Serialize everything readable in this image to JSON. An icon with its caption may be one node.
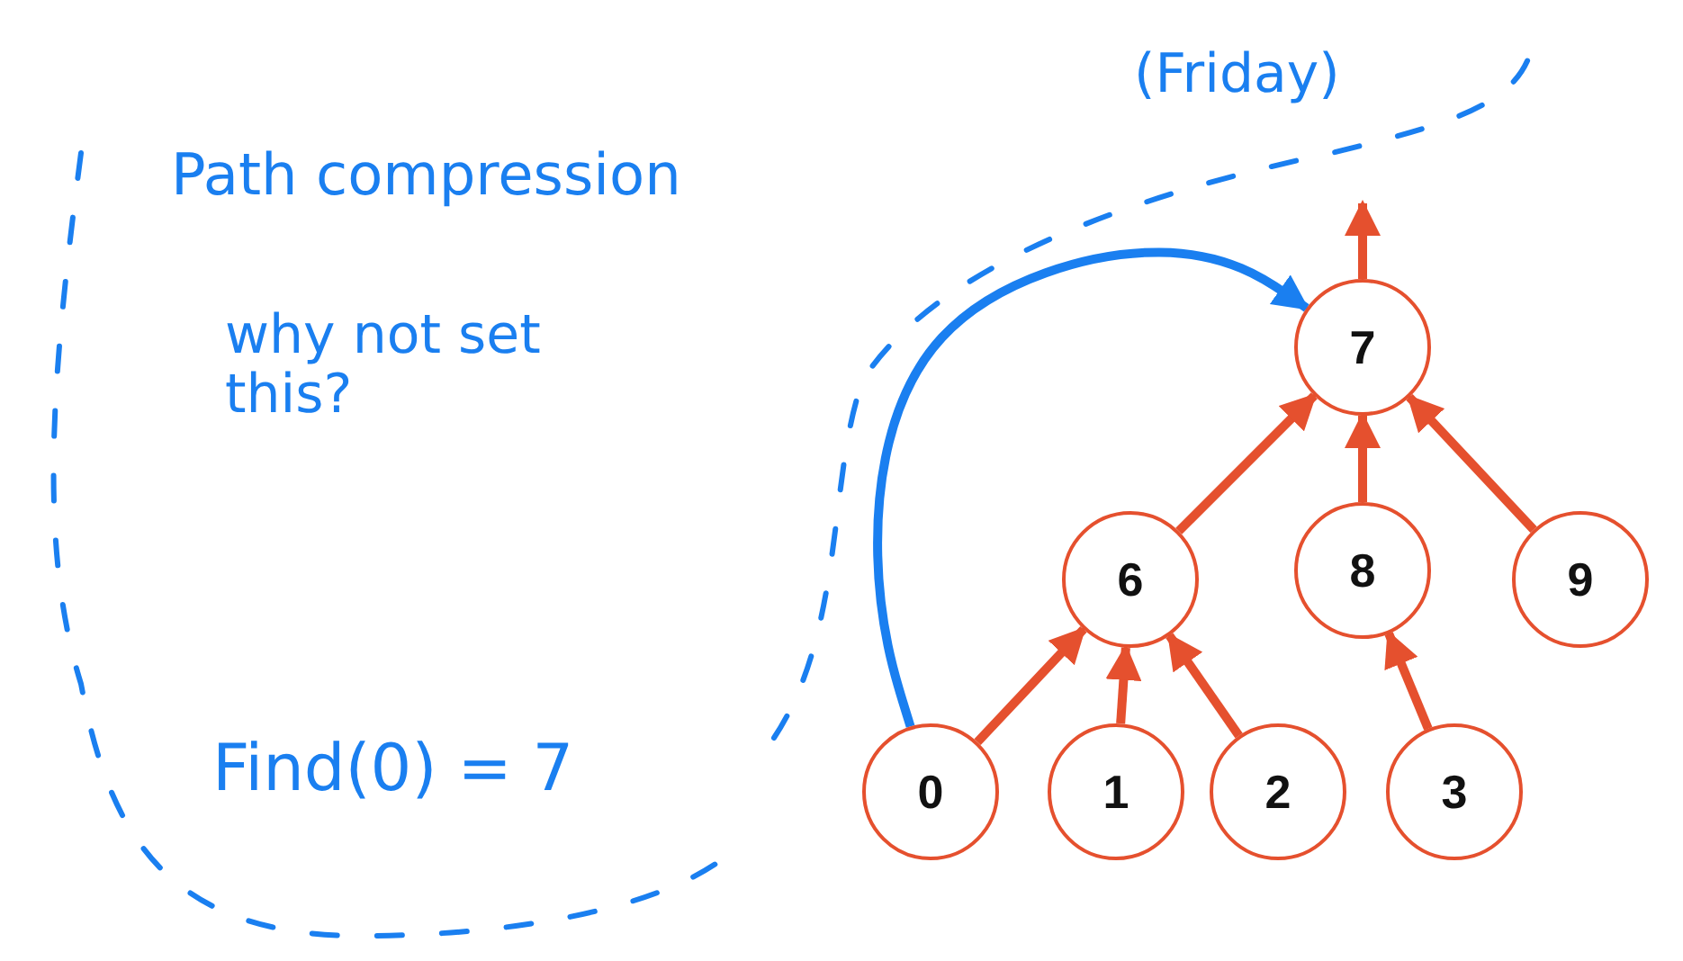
{
  "diagram": {
    "nodes": [
      {
        "text": [
          "7"
        ]
      },
      {
        "text": [
          "6"
        ]
      },
      {
        "text": [
          "8"
        ]
      },
      {
        "text": [
          "9"
        ]
      },
      {
        "text": [
          "0"
        ]
      },
      {
        "text": [
          "1"
        ]
      },
      {
        "text": [
          "2"
        ]
      },
      {
        "text": [
          "3"
        ]
      }
    ],
    "edges": [
      {
        "from": 0,
        "to": null,
        "arrow": "to"
      },
      {
        "from": 1,
        "to": 0,
        "arrow": "to"
      },
      {
        "from": 2,
        "to": 0,
        "arrow": "to"
      },
      {
        "from": 3,
        "to": 0,
        "arrow": "to"
      },
      {
        "from": 4,
        "to": 1,
        "arrow": "to"
      },
      {
        "from": 5,
        "to": 1,
        "arrow": "to"
      },
      {
        "from": 6,
        "to": 1,
        "arrow": "to"
      },
      {
        "from": 7,
        "to": 2,
        "arrow": "to"
      },
      {
        "from": 4,
        "to": 0,
        "arrow": "to",
        "color": "#1a7ff0"
      }
    ],
    "labels": [
      "Path compression",
      "(Friday)",
      "why not set this?",
      "Find(0) = 7"
    ]
  }
}
